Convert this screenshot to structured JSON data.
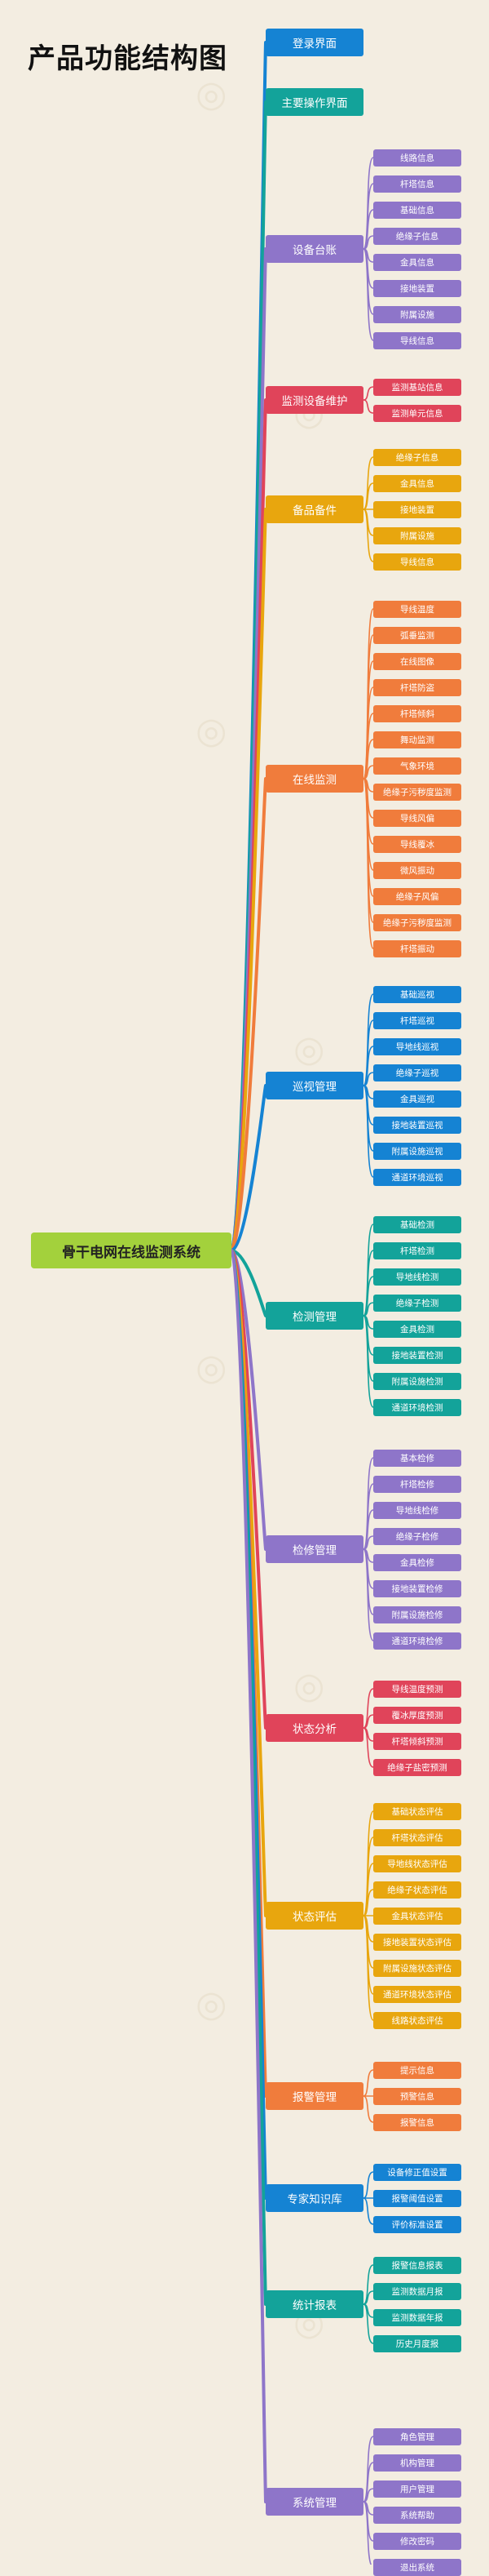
{
  "title": "产品功能结构图",
  "root": {
    "label": "骨干电网在线监测系统",
    "color": "#a3d13c"
  },
  "branches": [
    {
      "label": "登录界面",
      "color": "#1583d3",
      "children": []
    },
    {
      "label": "主要操作界面",
      "color": "#13a39a",
      "children": []
    },
    {
      "label": "设备台账",
      "color": "#8e75c9",
      "children": [
        "线路信息",
        "杆塔信息",
        "基础信息",
        "绝缘子信息",
        "金具信息",
        "接地装置",
        "附属设施",
        "导线信息"
      ]
    },
    {
      "label": "监测设备维护",
      "color": "#e0445a",
      "children": [
        "监测基站信息",
        "监测单元信息"
      ]
    },
    {
      "label": "备品备件",
      "color": "#e8a60e",
      "children": [
        "绝缘子信息",
        "金具信息",
        "接地装置",
        "附属设施",
        "导线信息"
      ]
    },
    {
      "label": "在线监测",
      "color": "#f07c3c",
      "children": [
        "导线温度",
        "弧垂监测",
        "在线图像",
        "杆塔防盗",
        "杆塔倾斜",
        "舞动监测",
        "气象环境",
        "绝缘子污秽度监测",
        "导线风偏",
        "导线覆冰",
        "微风振动",
        "绝缘子风偏",
        "绝缘子污秽度监测",
        "杆塔振动"
      ]
    },
    {
      "label": "巡视管理",
      "color": "#1583d3",
      "children": [
        "基础巡视",
        "杆塔巡视",
        "导地线巡视",
        "绝缘子巡视",
        "金具巡视",
        "接地装置巡视",
        "附属设施巡视",
        "通道环境巡视"
      ]
    },
    {
      "label": "检测管理",
      "color": "#13a39a",
      "children": [
        "基础检测",
        "杆塔检测",
        "导地线检测",
        "绝缘子检测",
        "金具检测",
        "接地装置检测",
        "附属设施检测",
        "通道环境检测"
      ]
    },
    {
      "label": "检修管理",
      "color": "#8e75c9",
      "children": [
        "基本检修",
        "杆塔检修",
        "导地线检修",
        "绝缘子检修",
        "金具检修",
        "接地装置检修",
        "附属设施检修",
        "通道环境检修"
      ]
    },
    {
      "label": "状态分析",
      "color": "#e0445a",
      "children": [
        "导线温度预测",
        "覆冰厚度预测",
        "杆塔倾斜预测",
        "绝缘子盐密预测"
      ]
    },
    {
      "label": "状态评估",
      "color": "#e8a60e",
      "children": [
        "基础状态评估",
        "杆塔状态评估",
        "导地线状态评估",
        "绝缘子状态评估",
        "金具状态评估",
        "接地装置状态评估",
        "附属设施状态评估",
        "通道环境状态评估",
        "线路状态评估"
      ]
    },
    {
      "label": "报警管理",
      "color": "#f07c3c",
      "children": [
        "提示信息",
        "预警信息",
        "报警信息"
      ]
    },
    {
      "label": "专家知识库",
      "color": "#1583d3",
      "children": [
        "设备修正值设置",
        "报警阈值设置",
        "评价标准设置"
      ]
    },
    {
      "label": "统计报表",
      "color": "#13a39a",
      "children": [
        "报警信息报表",
        "监测数据月报",
        "监测数据年报",
        "历史月度报"
      ]
    },
    {
      "label": "系统管理",
      "color": "#8e75c9",
      "children": [
        "角色管理",
        "机构管理",
        "用户管理",
        "系统帮助",
        "修改密码",
        "退出系统"
      ]
    }
  ]
}
